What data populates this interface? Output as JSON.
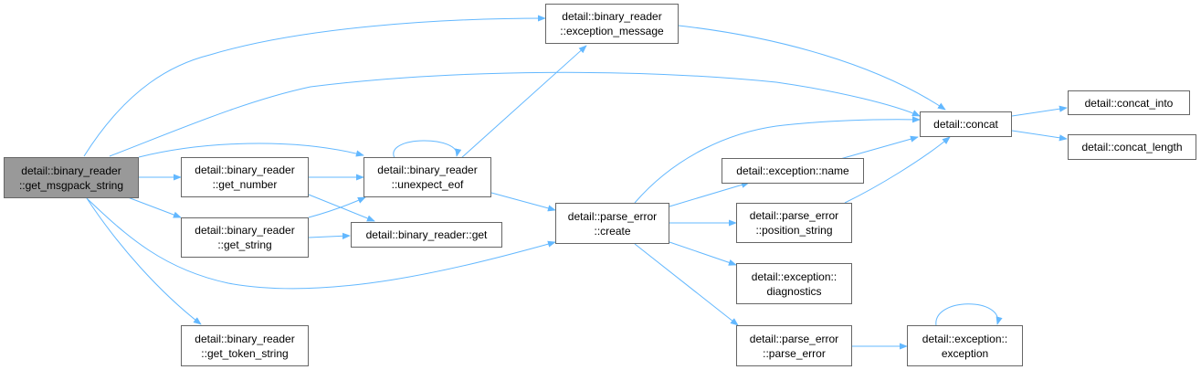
{
  "colors": {
    "edge": "#63b8ff",
    "node_border": "#666666",
    "root_fill": "#999999",
    "node_fill": "#ffffff"
  },
  "nodes": {
    "root": {
      "line1": "detail::binary_reader",
      "line2": "::get_msgpack_string"
    },
    "exception_message": {
      "line1": "detail::binary_reader",
      "line2": "::exception_message"
    },
    "concat": {
      "line1": "detail::concat"
    },
    "concat_into": {
      "line1": "detail::concat_into"
    },
    "concat_length": {
      "line1": "detail::concat_length"
    },
    "get_number": {
      "line1": "detail::binary_reader",
      "line2": "::get_number"
    },
    "unexpect_eof": {
      "line1": "detail::binary_reader",
      "line2": "::unexpect_eof"
    },
    "get_string": {
      "line1": "detail::binary_reader",
      "line2": "::get_string"
    },
    "get": {
      "line1": "detail::binary_reader::get"
    },
    "parse_error_create": {
      "line1": "detail::parse_error",
      "line2": "::create"
    },
    "exception_name": {
      "line1": "detail::exception::name"
    },
    "position_string": {
      "line1": "detail::parse_error",
      "line2": "::position_string"
    },
    "diagnostics": {
      "line1": "detail::exception::",
      "line2": "diagnostics"
    },
    "parse_error_ctor": {
      "line1": "detail::parse_error",
      "line2": "::parse_error"
    },
    "exception_ctor": {
      "line1": "detail::exception::",
      "line2": "exception"
    },
    "get_token_string": {
      "line1": "detail::binary_reader",
      "line2": "::get_token_string"
    }
  }
}
